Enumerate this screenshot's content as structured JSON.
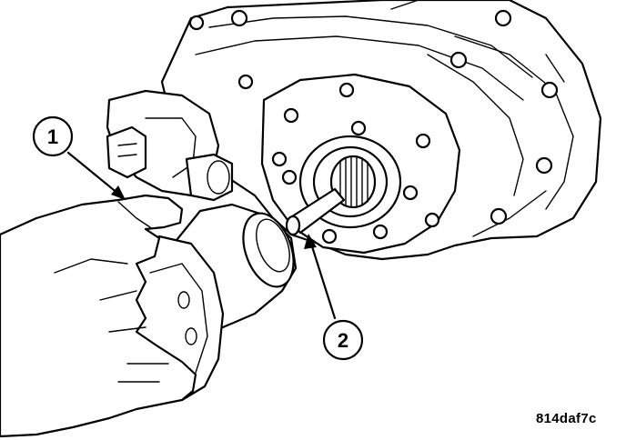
{
  "callouts": [
    {
      "id": "callout-1",
      "label": "1"
    },
    {
      "id": "callout-2",
      "label": "2"
    }
  ],
  "figure_id": "814daf7c"
}
